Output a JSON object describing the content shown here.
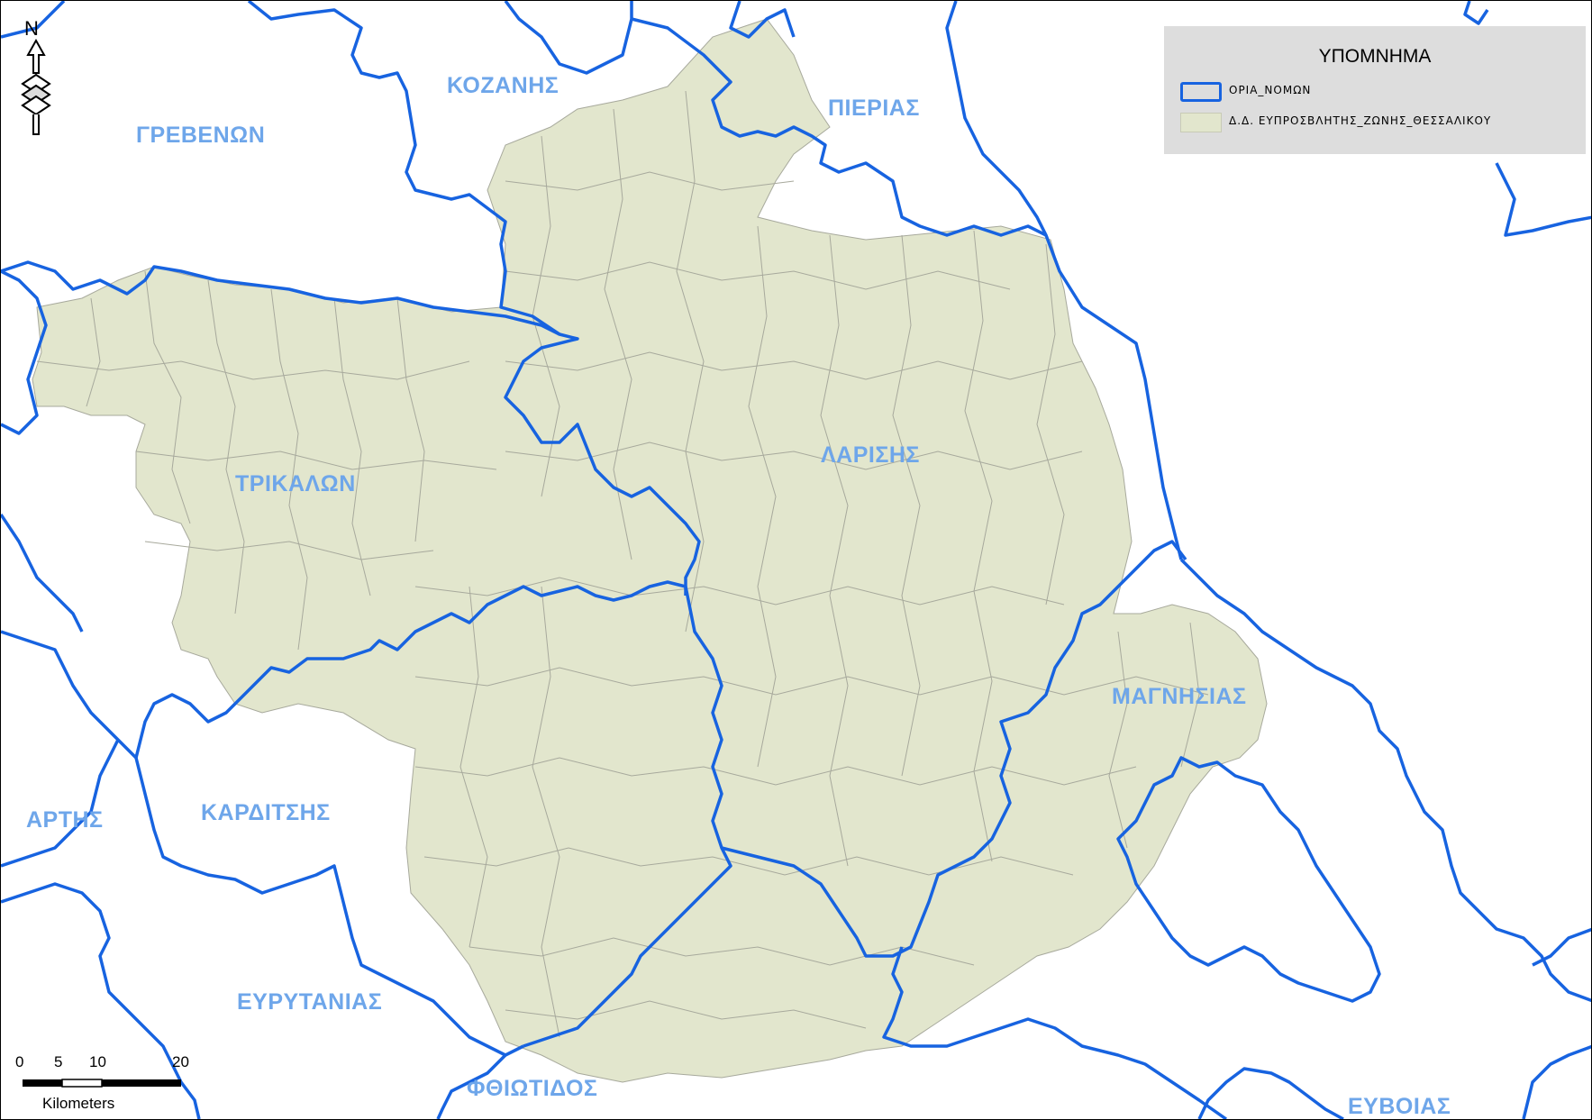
{
  "legend": {
    "title": "ΥΠΟΜΝΗΜΑ",
    "items": [
      {
        "label": "ΟΡΙΑ_ΝΟΜΩΝ",
        "symbol": "outline",
        "color": "#1763e0"
      },
      {
        "label": "Δ.Δ. ΕΥΠΡΟΣΒΛΗΤΗΣ_ΖΩΝΗΣ_ΘΕΣΣΑΛΙΚΟΥ",
        "symbol": "fill",
        "color": "#e2e6cd"
      }
    ]
  },
  "regions": [
    {
      "name": "ΓΡΕΒΕΝΩΝ"
    },
    {
      "name": "ΚΟΖΑΝΗΣ"
    },
    {
      "name": "ΠΙΕΡΙΑΣ"
    },
    {
      "name": "ΤΡΙΚΑΛΩΝ"
    },
    {
      "name": "ΛΑΡΙΣΗΣ"
    },
    {
      "name": "ΜΑΓΝΗΣΙΑΣ"
    },
    {
      "name": "ΑΡΤΗΣ"
    },
    {
      "name": "ΚΑΡΔΙΤΣΗΣ"
    },
    {
      "name": "ΕΥΡΥΤΑΝΙΑΣ"
    },
    {
      "name": "ΦΘΙΩΤΙΔΟΣ"
    },
    {
      "name": "ΕΥΒΟΙΑΣ"
    }
  ],
  "north_arrow": {
    "label": "N"
  },
  "scalebar": {
    "ticks": [
      "0",
      "5",
      "10",
      "20"
    ],
    "unit": "Kilometers"
  },
  "colors": {
    "boundary": "#1763e0",
    "zone_fill": "#e2e6cd",
    "subdivision_lines": "#a7a99c",
    "label_text": "#6ea6ea",
    "legend_bg": "#dddddd"
  }
}
